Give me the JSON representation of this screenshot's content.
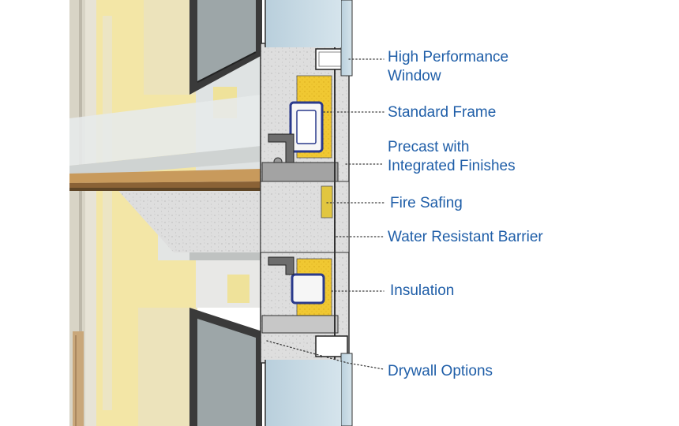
{
  "callouts": [
    {
      "id": "high-performance-window",
      "label": "High Performance\nWindow"
    },
    {
      "id": "standard-frame",
      "label": "Standard Frame"
    },
    {
      "id": "precast-with-integrated-finishes",
      "label": "Precast with\nIntegrated Finishes"
    },
    {
      "id": "fire-safing",
      "label": "Fire Safing"
    },
    {
      "id": "water-resistant-barrier",
      "label": "Water Resistant Barrier"
    },
    {
      "id": "insulation",
      "label": "Insulation"
    },
    {
      "id": "drywall-options",
      "label": "Drywall Options"
    }
  ],
  "colors": {
    "label_text": "#1f5ea8",
    "facade_yellow": "#f2e3a0",
    "concrete_gray": "#dcdcdc",
    "insulation_yellow": "#f0c832",
    "glass_blue": "#c9dbe6",
    "frame_blue": "#2a3a8c",
    "window_dark": "#2f2f2f",
    "wood_floor": "#c89a5c"
  }
}
